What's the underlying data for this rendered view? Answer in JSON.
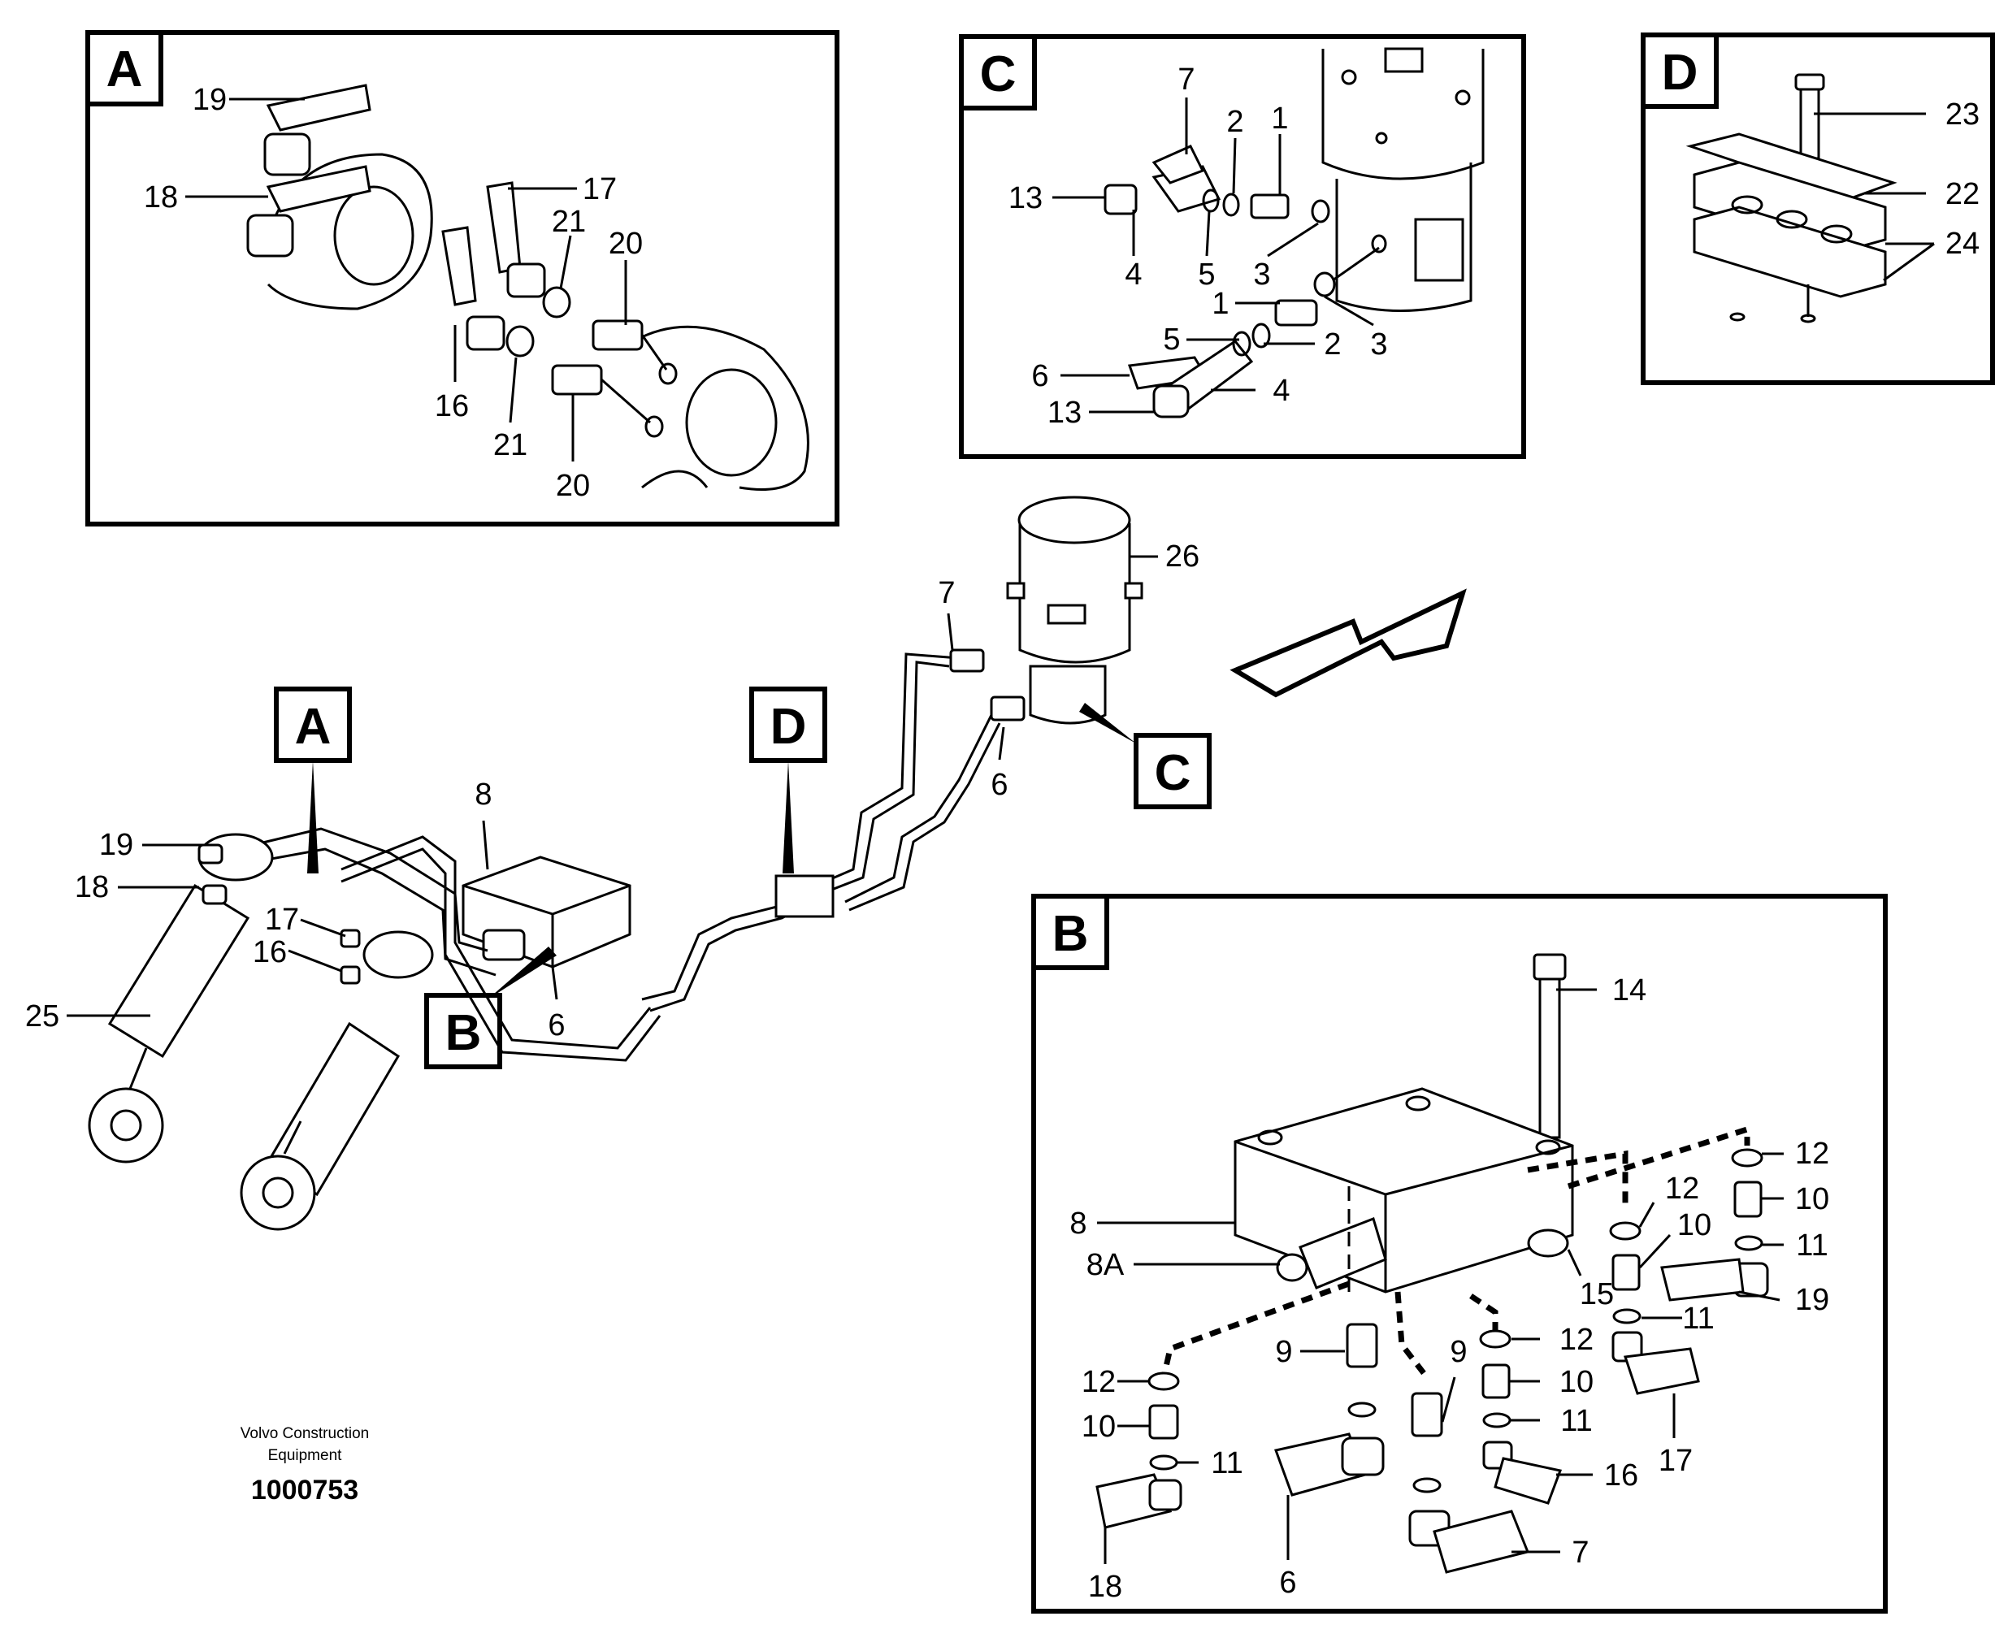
{
  "panels": {
    "A": {
      "flag": "A",
      "labels": [
        "19",
        "18",
        "17",
        "21",
        "20",
        "16",
        "21",
        "20"
      ]
    },
    "C": {
      "flag": "C",
      "labels": [
        "7",
        "2",
        "1",
        "13",
        "4",
        "5",
        "3",
        "1",
        "5",
        "2",
        "3",
        "6",
        "4",
        "13"
      ]
    },
    "D": {
      "flag": "D",
      "labels": [
        "23",
        "22",
        "24"
      ]
    },
    "B": {
      "flag": "B",
      "labels": [
        "14",
        "12",
        "12",
        "10",
        "10",
        "11",
        "8",
        "8A",
        "15",
        "19",
        "11",
        "12",
        "9",
        "9",
        "12",
        "10",
        "10",
        "11",
        "11",
        "16",
        "17",
        "18",
        "6",
        "7"
      ]
    }
  },
  "main": {
    "callouts": {
      "A": "A",
      "B": "B",
      "C": "C",
      "D": "D"
    },
    "labels": [
      "26",
      "7",
      "6",
      "8",
      "19",
      "18",
      "17",
      "16",
      "25",
      "6"
    ]
  },
  "footer": {
    "company_line1": "Volvo Construction",
    "company_line2": "Equipment",
    "drawing_number": "1000753"
  }
}
